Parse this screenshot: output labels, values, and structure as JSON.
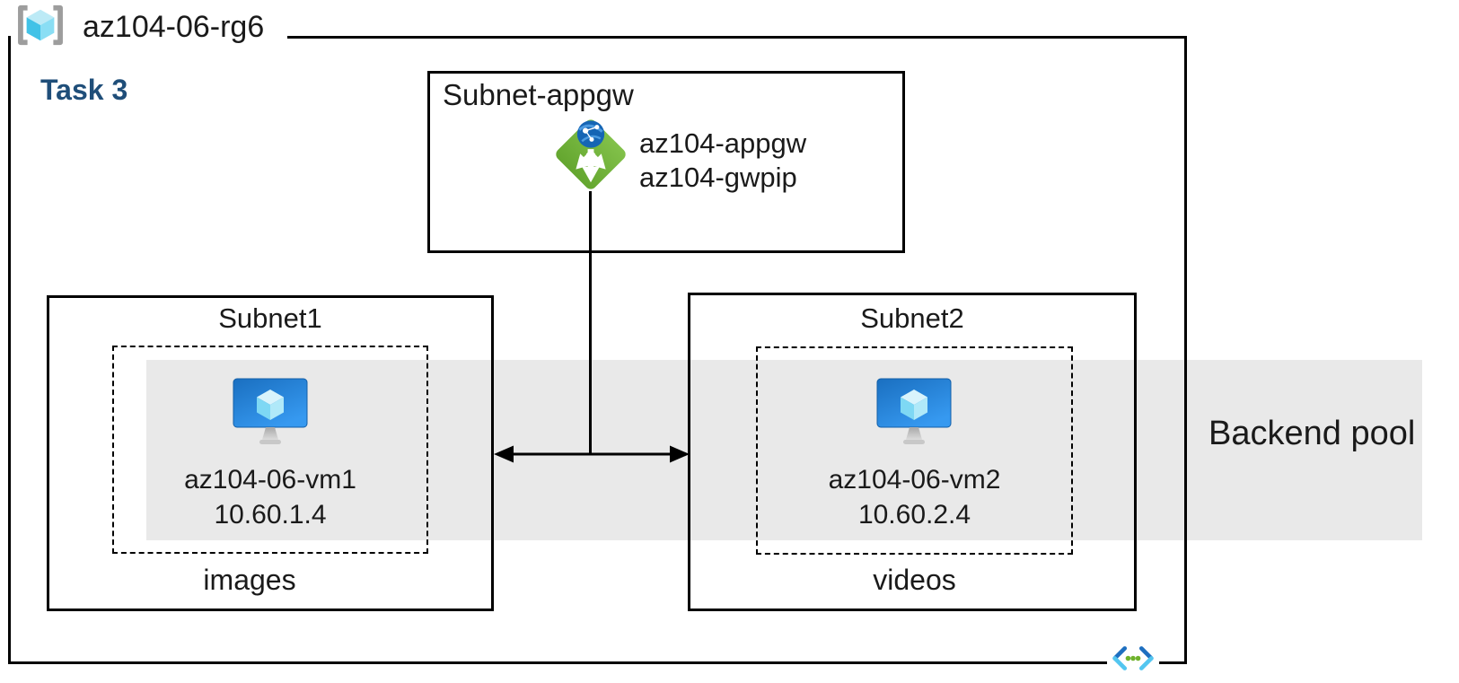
{
  "resource_group": {
    "name": "az104-06-rg6"
  },
  "task_label": "Task 3",
  "appgw_subnet": {
    "title": "Subnet-appgw",
    "app_gateway_name": "az104-appgw",
    "public_ip_name": "az104-gwpip"
  },
  "subnet1": {
    "title": "Subnet1",
    "vm_name": "az104-06-vm1",
    "vm_ip": "10.60.1.4",
    "container_label": "images"
  },
  "subnet2": {
    "title": "Subnet2",
    "vm_name": "az104-06-vm2",
    "vm_ip": "10.60.2.4",
    "container_label": "videos"
  },
  "backend_pool": {
    "label": "Backend pool"
  },
  "icons": {
    "resource_group": "resource-group-icon",
    "application_gateway": "application-gateway-icon",
    "virtual_machine": "virtual-machine-icon",
    "virtual_network": "virtual-network-icon"
  },
  "colors": {
    "backend_band": "#E9E9E9",
    "task_label": "#1F4E79",
    "border": "#000000",
    "appgw_green": "#74B83E",
    "globe_blue": "#1565B4",
    "vm_blue": "#2E8DE0",
    "cube_cyan": "#6FCFF0",
    "bracket_gray": "#9D9D9D",
    "vnet_dark_blue": "#1E6FC0",
    "vnet_light_blue": "#53C6F0",
    "vnet_dot_green": "#6FB22C"
  }
}
